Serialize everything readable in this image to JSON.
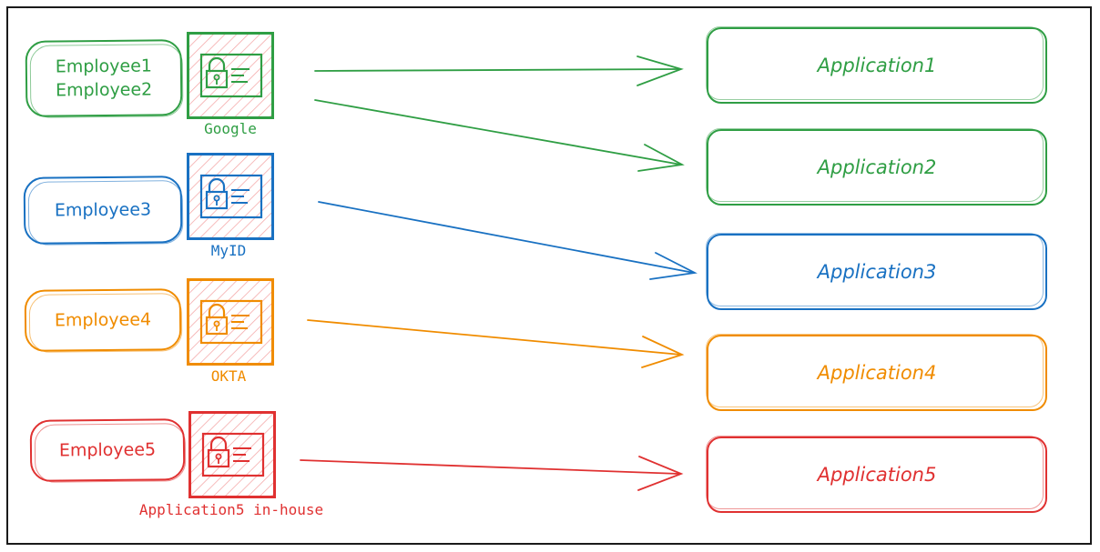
{
  "colors": {
    "green": "#2f9e44",
    "blue": "#1971c2",
    "orange": "#f08c00",
    "red": "#e03131",
    "frame": "#1a1a1a"
  },
  "groups": [
    {
      "color": "green",
      "employees": [
        "Employee1",
        "Employee2"
      ],
      "idp_icon": "id-card-lock-icon",
      "idp_label": "Google",
      "targets": [
        "Application1",
        "Application2"
      ]
    },
    {
      "color": "blue",
      "employees": [
        "Employee3"
      ],
      "idp_icon": "id-card-lock-icon",
      "idp_label": "MyID",
      "targets": [
        "Application3"
      ]
    },
    {
      "color": "orange",
      "employees": [
        "Employee4"
      ],
      "idp_icon": "id-card-lock-icon",
      "idp_label": "OKTA",
      "targets": [
        "Application4"
      ]
    },
    {
      "color": "red",
      "employees": [
        "Employee5"
      ],
      "idp_icon": "id-card-lock-icon",
      "idp_label": "Application5 in-house",
      "targets": [
        "Application5"
      ]
    }
  ],
  "applications": [
    {
      "label": "Application1",
      "color": "green"
    },
    {
      "label": "Application2",
      "color": "green"
    },
    {
      "label": "Application3",
      "color": "blue"
    },
    {
      "label": "Application4",
      "color": "orange"
    },
    {
      "label": "Application5",
      "color": "red"
    }
  ]
}
